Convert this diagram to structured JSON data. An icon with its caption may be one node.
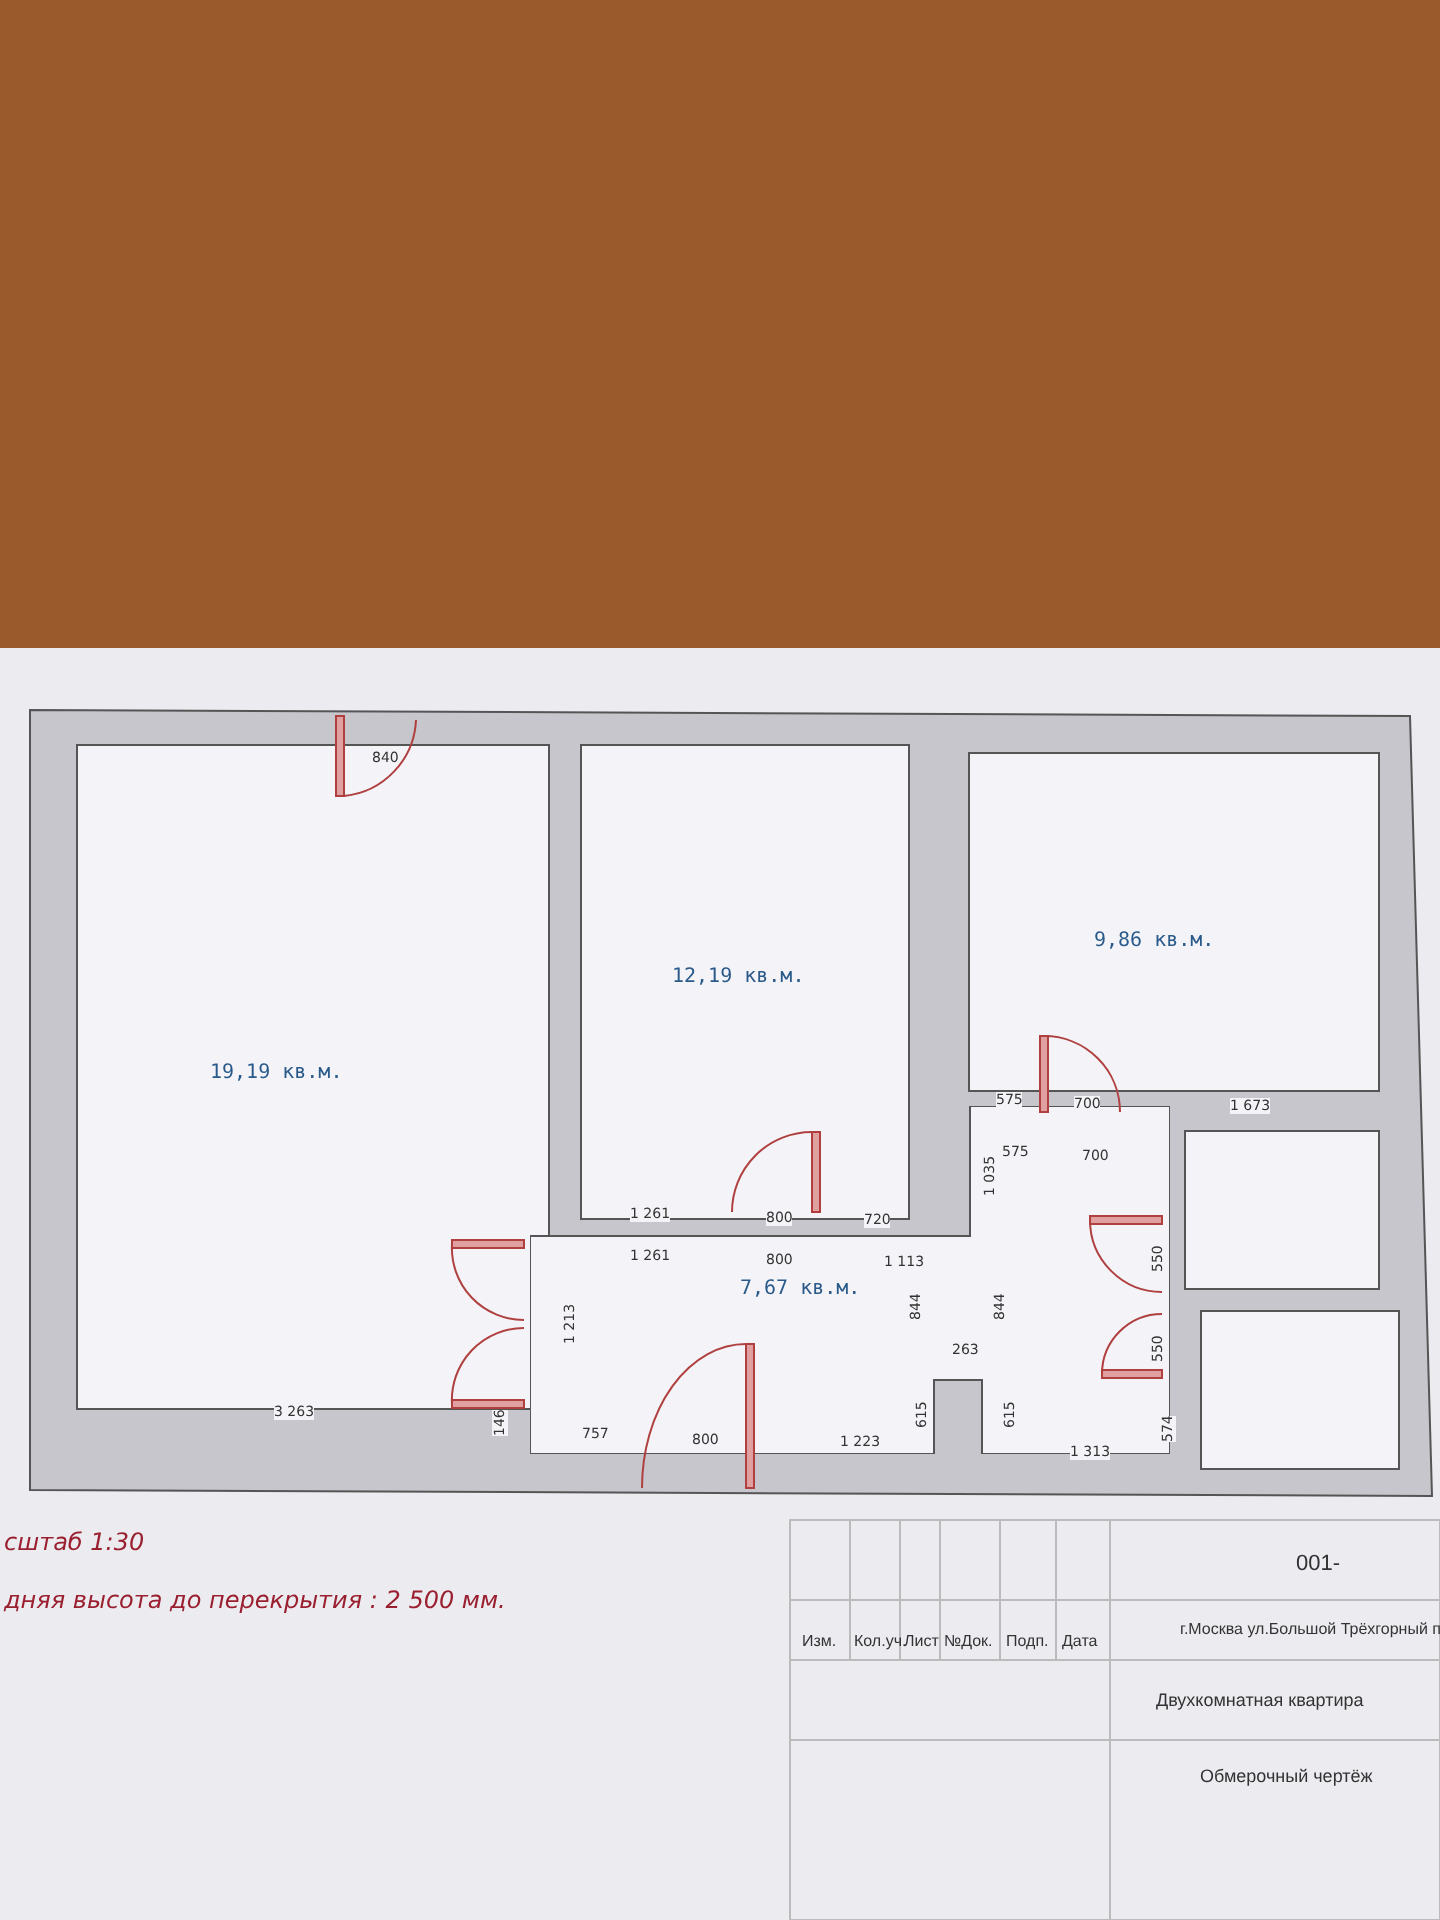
{
  "diagram": {
    "nodes": [
      {
        "text": [
          "19,19 кв.м."
        ]
      },
      {
        "text": [
          "12,19 кв.м."
        ]
      },
      {
        "text": [
          "9,86 кв.м."
        ]
      },
      {
        "text": [
          "7,67 кв.м."
        ]
      },
      {
        "text": [],
        "shape": "box"
      },
      {
        "text": [],
        "shape": "box"
      }
    ],
    "edges": [],
    "labels": [
      "840",
      "575",
      "700",
      "1 673",
      "575",
      "700",
      "1 035",
      "1 261",
      "800",
      "720",
      "1 261",
      "800",
      "1 113",
      "1 213",
      "844",
      "844",
      "263",
      "550",
      "550",
      "3 263",
      "146",
      "757",
      "800",
      "1 223",
      "615",
      "615",
      "1 313",
      "574",
      "сштаб 1:30",
      "дняя высота до перекрытия : 2 500 мм.",
      "001-",
      "г.Москва ул.Большой Трёхгорный п",
      "Изм.",
      "Кол.уч.",
      "Лист",
      "№Док.",
      "Подп.",
      "Дата",
      "Двухкомнатная квартира",
      "Обмерочный чертёж"
    ]
  }
}
